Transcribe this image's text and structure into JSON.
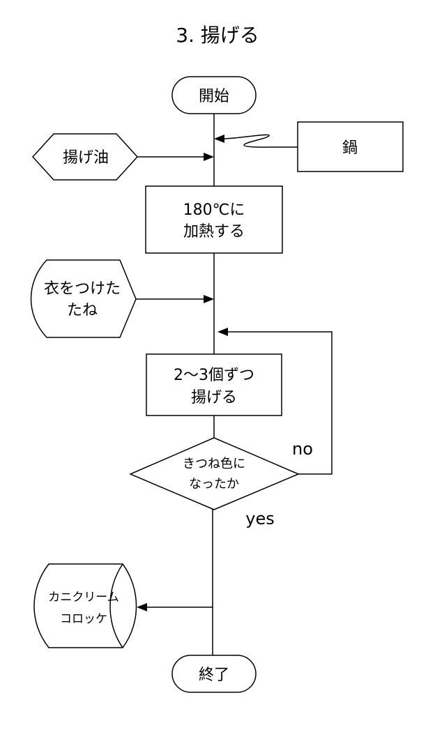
{
  "title": "3. 揚げる",
  "nodes": {
    "start": "開始",
    "pot": "鍋",
    "oil": "揚げ油",
    "heat": [
      "180℃に",
      "加熱する"
    ],
    "battered": [
      "衣をつけた",
      "たね"
    ],
    "fry": [
      "2～3個ずつ",
      "揚げる"
    ],
    "decision": [
      "きつね色に",
      "なったか"
    ],
    "result": [
      "カニクリーム",
      "コロッケ"
    ],
    "end": "終了"
  },
  "labels": {
    "no": "no",
    "yes": "yes"
  }
}
